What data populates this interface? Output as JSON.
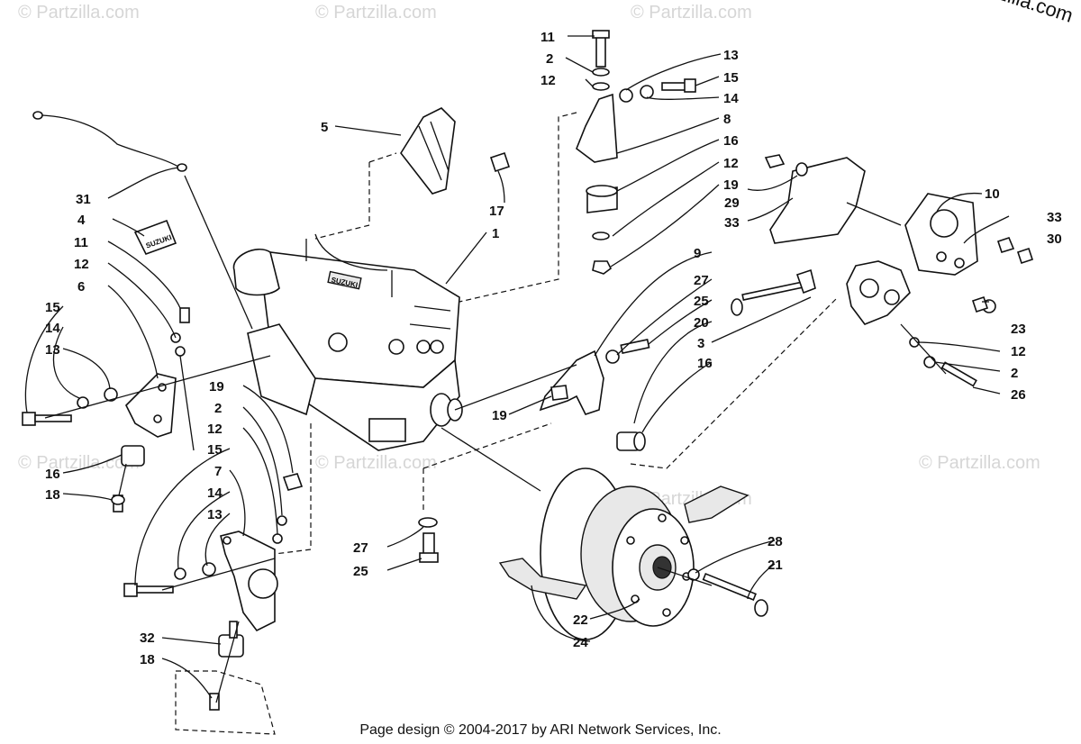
{
  "copyright": "© Partzilla.com",
  "watermark": "© Partzilla.com",
  "footer": "Page design © 2004-2017 by ARI Network Services, Inc.",
  "callouts": {
    "c1": "1",
    "c2a": "2",
    "c2b": "2",
    "c2c": "2",
    "c3": "3",
    "c4": "4",
    "c5": "5",
    "c6": "6",
    "c7": "7",
    "c8": "8",
    "c9": "9",
    "c10": "10",
    "c11a": "11",
    "c11b": "11",
    "c12a": "12",
    "c12b": "12",
    "c12c": "12",
    "c12d": "12",
    "c12e": "12",
    "c13a": "13",
    "c13b": "13",
    "c13c": "13",
    "c14a": "14",
    "c14b": "14",
    "c14c": "14",
    "c15a": "15",
    "c15b": "15",
    "c15c": "15",
    "c16a": "16",
    "c16b": "16",
    "c16c": "16",
    "c17": "17",
    "c18a": "18",
    "c18b": "18",
    "c19a": "19",
    "c19b": "19",
    "c19c": "19",
    "c20": "20",
    "c21": "21",
    "c22": "22",
    "c23": "23",
    "c24": "24",
    "c25a": "25",
    "c25b": "25",
    "c26": "26",
    "c27a": "27",
    "c27b": "27",
    "c28": "28",
    "c29": "29",
    "c30": "30",
    "c31": "31",
    "c32": "32",
    "c33a": "33",
    "c33b": "33"
  },
  "engine_plate": "SUZUKI",
  "decal_text": "SUZUKI"
}
